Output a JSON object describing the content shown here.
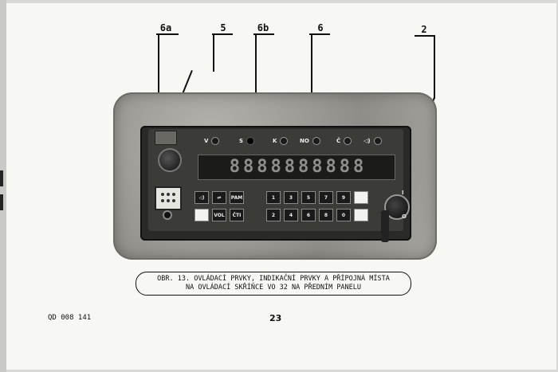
{
  "callouts": [
    "6a",
    "5",
    "6b",
    "6",
    "2"
  ],
  "indicators": [
    "V",
    "S",
    "K",
    "NO",
    "Č",
    "◁)"
  ],
  "display_digits": [
    "8",
    "8",
    "8",
    "8",
    "8",
    "8",
    "8",
    "8",
    "8",
    "8"
  ],
  "keys_left_row1": [
    "◁)",
    "⇌",
    "PAM"
  ],
  "keys_left_row2": [
    "",
    "VOL",
    "ČTI"
  ],
  "keys_right_row1": [
    "1",
    "3",
    "5",
    "7",
    "9",
    ""
  ],
  "keys_right_row2": [
    "2",
    "4",
    "6",
    "8",
    "0",
    ""
  ],
  "switch_marks": {
    "on": "I",
    "off": "O"
  },
  "caption": {
    "line1": "OBR. 13. OVLÁDACÍ PRVKY, INDIKAČNÍ PRVKY A PŘÍPOJNÁ MÍSTA",
    "line2": "NA OVLÁDACÍ SKŘÍŇCE VO 32 NA PŘEDNÍM PANELU"
  },
  "footer": {
    "code": "QD 008 141",
    "page_number": "23"
  }
}
